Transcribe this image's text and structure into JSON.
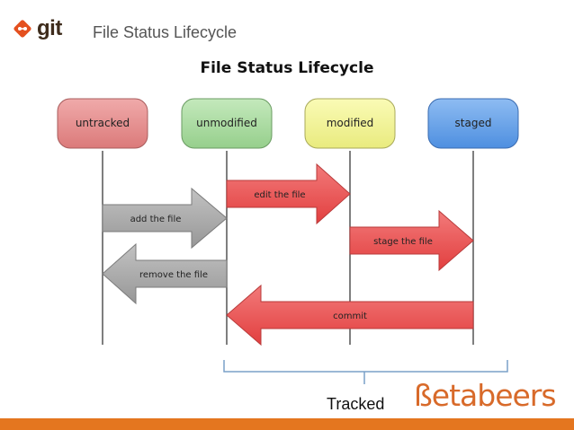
{
  "header": {
    "logo_text": "git",
    "title": "File Status Lifecycle"
  },
  "diagram": {
    "title": "File Status Lifecycle",
    "states": [
      {
        "label": "untracked",
        "color": "#e58e8e"
      },
      {
        "label": "unmodified",
        "color": "#a9dba0"
      },
      {
        "label": "modified",
        "color": "#f4f59a"
      },
      {
        "label": "staged",
        "color": "#6aa4ea"
      }
    ],
    "transitions": [
      {
        "label": "add the file",
        "from": "untracked",
        "to": "unmodified",
        "color": "#a9a9a9"
      },
      {
        "label": "edit the file",
        "from": "unmodified",
        "to": "modified",
        "color": "#ec4c4c"
      },
      {
        "label": "stage the file",
        "from": "modified",
        "to": "staged",
        "color": "#ec4c4c"
      },
      {
        "label": "remove the file",
        "from": "unmodified",
        "to": "untracked",
        "color": "#a9a9a9"
      },
      {
        "label": "commit",
        "from": "staged",
        "to": "unmodified",
        "color": "#ec4c4c"
      }
    ],
    "bracket_label": "Tracked"
  },
  "brand": {
    "name": "ßetabeers",
    "color": "#d86a2a"
  },
  "colors": {
    "footer_bar": "#e4761f",
    "bracket": "#7aa0c8"
  }
}
